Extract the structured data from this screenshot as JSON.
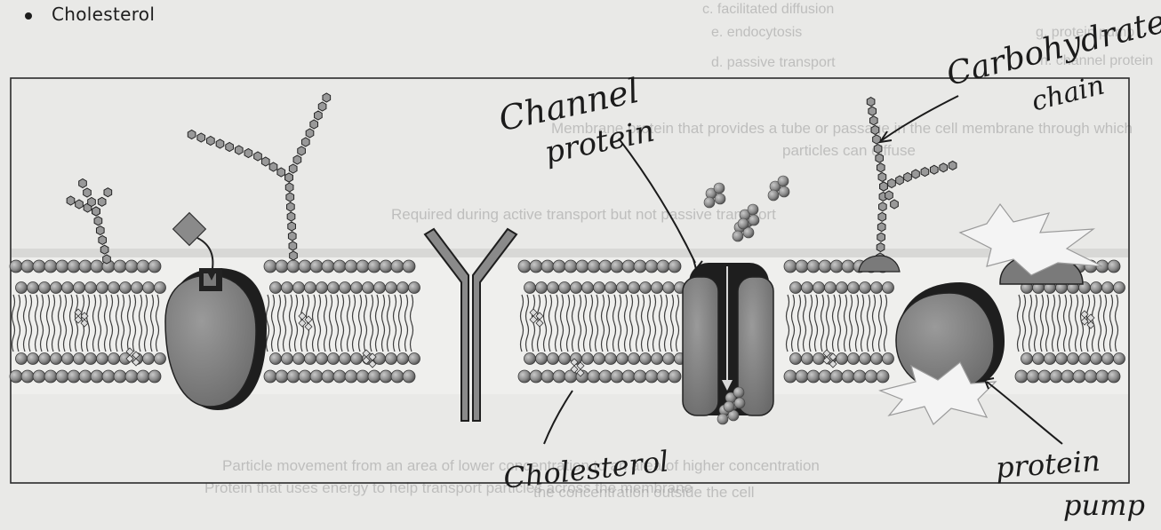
{
  "header": {
    "bullet_text": "Cholesterol"
  },
  "labels": {
    "channel_protein": [
      "Channel",
      "protein"
    ],
    "carbohydrate_chain": [
      "Carbohydrate",
      "chain"
    ],
    "cholesterol": "Cholesterol",
    "protein_pump": [
      "protein",
      "pump"
    ]
  },
  "bleedthrough": {
    "right_col": [
      "c. facilitated diffusion",
      "e. endocytosis",
      "g. protein pump",
      "h. channel protein"
    ],
    "left_col": [
      "d. passive transport"
    ],
    "q1": "Membrane protein that provides a tube or passage in the cell membrane through which",
    "q1b": "particles can diffuse",
    "q2": "Required during active transport but not passive transport",
    "q3": "Particle movement from an area of lower concentration to an area of higher concentration",
    "q4": "Protein that uses energy to help transport particles across the membrane",
    "q5": "the concentration outside the cell"
  },
  "colors": {
    "background": "#e9e9e7",
    "protein_fill": "#7a7a7a",
    "protein_dark": "#1e1e1e",
    "lipid_head": "#8c8c8c",
    "ink": "#1b1b1b"
  }
}
